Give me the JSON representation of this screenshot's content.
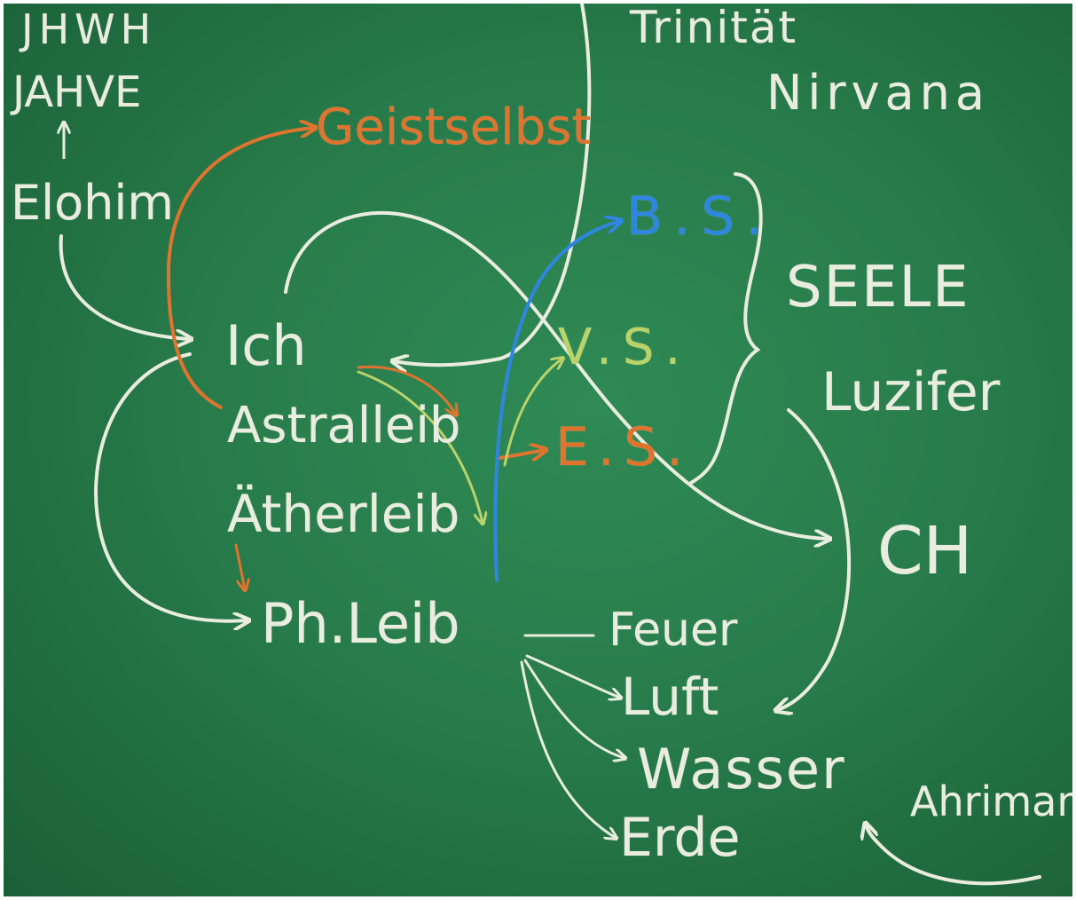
{
  "colors": {
    "board": "#287c4b",
    "chalk_white": "#e9ecdf",
    "chalk_orange": "#e0742f",
    "chalk_blue": "#2f86e0",
    "chalk_green": "#b9d36a"
  },
  "labels": {
    "jhwh": "JHWH",
    "jahve": "JAHVE",
    "elohim": "Elohim",
    "geistselbst": "Geistselbst",
    "trinitaet": "Trinität",
    "nirvana": "Nirvana",
    "bs": "B.S.",
    "seele": "SEELE",
    "vs": "V.S.",
    "ich": "Ich",
    "astralleib": "Astralleib",
    "es": "E.S.",
    "aetherleib": "Ätherleib",
    "luzifer": "Luzifer",
    "ch": "CH",
    "ph_leib": "Ph.Leib",
    "feuer": "Feuer",
    "luft": "Luft",
    "wasser": "Wasser",
    "erde": "Erde",
    "ahriman": "Ahriman"
  }
}
